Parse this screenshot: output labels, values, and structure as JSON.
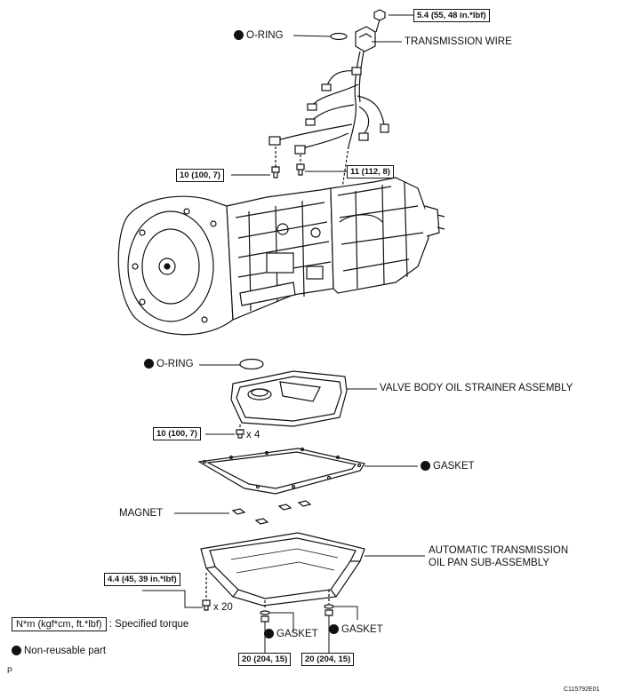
{
  "torques": {
    "wire_bolt": "5.4 (55, 48 in.*lbf)",
    "bolt_left": "10 (100, 7)",
    "bolt_right": "11 (112, 8)",
    "strainer_bolt": "10 (100, 7)",
    "pan_bolt": "4.4 (45, 39 in.*lbf)",
    "drain_left": "20 (204, 15)",
    "drain_right": "20 (204, 15)"
  },
  "parts": {
    "o_ring_top": "O-RING",
    "transmission_wire": "TRANSMISSION WIRE",
    "o_ring_mid": "O-RING",
    "strainer": "VALVE BODY OIL STRAINER ASSEMBLY",
    "gasket_pan": "GASKET",
    "magnet": "MAGNET",
    "oil_pan_line1": "AUTOMATIC TRANSMISSION",
    "oil_pan_line2": "OIL PAN SUB-ASSEMBLY",
    "gasket_drain_left": "GASKET",
    "gasket_drain_right": "GASKET"
  },
  "quantities": {
    "strainer_bolts": "x 4",
    "pan_bolts": "x 20"
  },
  "legend": {
    "torque_unit": "N*m (kgf*cm, ft.*lbf)",
    "torque_desc": ": Specified torque",
    "non_reusable": "Non-reusable part"
  },
  "corner_mark": "P",
  "figure_id": "C115792E01"
}
